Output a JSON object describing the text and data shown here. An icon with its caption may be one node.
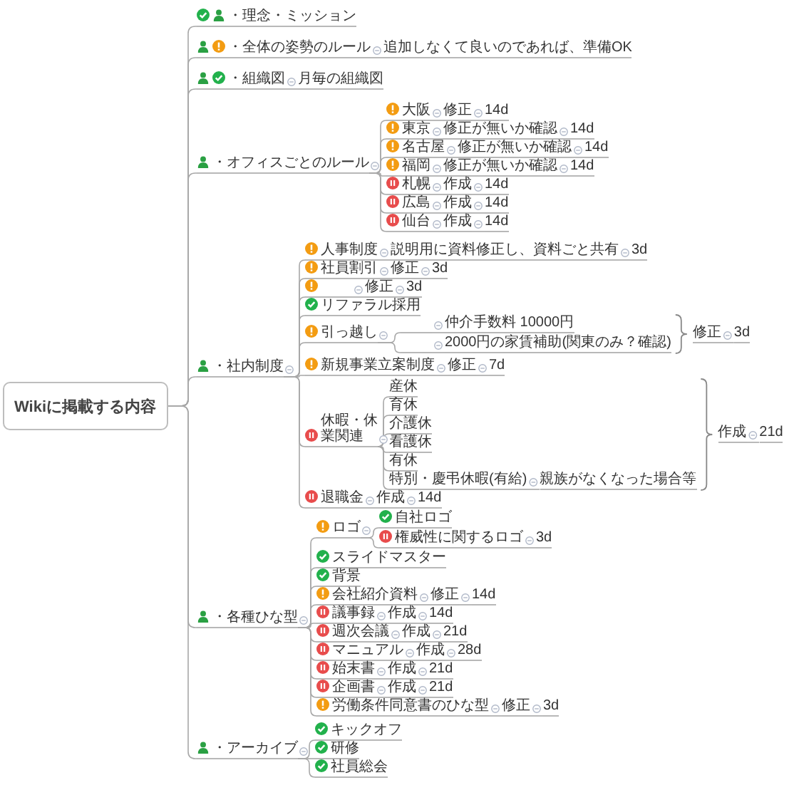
{
  "diagram": {
    "nodes": [
      {
        "text": [
          "Wikiに掲載する内容"
        ]
      },
      {
        "text": [
          "・理念・ミッション"
        ]
      },
      {
        "text": [
          "・全体の姿勢のルール"
        ]
      },
      {
        "text": [
          "追加しなくて良いのであれば、準備OK"
        ]
      },
      {
        "text": [
          "・組織図"
        ]
      },
      {
        "text": [
          "月毎の組織図"
        ]
      },
      {
        "text": [
          "・オフィスごとのルール"
        ]
      },
      {
        "text": [
          "大阪"
        ]
      },
      {
        "text": [
          "修正"
        ]
      },
      {
        "text": [
          "14d"
        ]
      },
      {
        "text": [
          "東京"
        ]
      },
      {
        "text": [
          "修正が無いか確認"
        ]
      },
      {
        "text": [
          "14d"
        ]
      },
      {
        "text": [
          "名古屋"
        ]
      },
      {
        "text": [
          "修正が無いか確認"
        ]
      },
      {
        "text": [
          "14d"
        ]
      },
      {
        "text": [
          "福岡"
        ]
      },
      {
        "text": [
          "修正が無いか確認"
        ]
      },
      {
        "text": [
          "14d"
        ]
      },
      {
        "text": [
          "札幌"
        ]
      },
      {
        "text": [
          "作成"
        ]
      },
      {
        "text": [
          "14d"
        ]
      },
      {
        "text": [
          "広島"
        ]
      },
      {
        "text": [
          "作成"
        ]
      },
      {
        "text": [
          "14d"
        ]
      },
      {
        "text": [
          "仙台"
        ]
      },
      {
        "text": [
          "作成"
        ]
      },
      {
        "text": [
          "14d"
        ]
      },
      {
        "text": [
          "・社内制度"
        ]
      },
      {
        "text": [
          "人事制度"
        ]
      },
      {
        "text": [
          "説明用に資料修正し、資料ごと共有"
        ]
      },
      {
        "text": [
          "3d"
        ]
      },
      {
        "text": [
          "社員割引"
        ]
      },
      {
        "text": [
          "修正"
        ]
      },
      {
        "text": [
          "3d"
        ]
      },
      {
        "text": [],
        "shape": "box"
      },
      {
        "text": [
          "修正"
        ]
      },
      {
        "text": [
          "3d"
        ]
      },
      {
        "text": [
          "リファラル採用"
        ]
      },
      {
        "text": [
          "引っ越し"
        ]
      },
      {
        "text": [],
        "shape": "box"
      },
      {
        "text": [
          "仲介手数料 10000円"
        ]
      },
      {
        "text": [],
        "shape": "box"
      },
      {
        "text": [
          "2000円の家賃補助(関東のみ？確認)"
        ]
      },
      {
        "text": [
          "修正"
        ]
      },
      {
        "text": [
          "3d"
        ]
      },
      {
        "text": [
          "新規事業立案制度"
        ]
      },
      {
        "text": [
          "修正"
        ]
      },
      {
        "text": [
          "7d"
        ]
      },
      {
        "text": [
          "休暇・休業関連"
        ]
      },
      {
        "text": [
          "産休"
        ]
      },
      {
        "text": [
          "育休"
        ]
      },
      {
        "text": [
          "介護休"
        ]
      },
      {
        "text": [
          "看護休"
        ]
      },
      {
        "text": [
          "有休"
        ]
      },
      {
        "text": [
          "特別・慶弔休暇(有給)"
        ]
      },
      {
        "text": [
          "親族がなくなった場合等"
        ]
      },
      {
        "text": [
          "作成"
        ]
      },
      {
        "text": [
          "21d"
        ]
      },
      {
        "text": [
          "退職金"
        ]
      },
      {
        "text": [
          "作成"
        ]
      },
      {
        "text": [
          "14d"
        ]
      },
      {
        "text": [
          "・各種ひな型"
        ]
      },
      {
        "text": [
          "ロゴ"
        ]
      },
      {
        "text": [
          "自社ロゴ"
        ]
      },
      {
        "text": [
          "権威性に関するロゴ"
        ]
      },
      {
        "text": [
          "3d"
        ]
      },
      {
        "text": [
          "スライドマスター"
        ]
      },
      {
        "text": [
          "背景"
        ]
      },
      {
        "text": [
          "会社紹介資料"
        ]
      },
      {
        "text": [
          "修正"
        ]
      },
      {
        "text": [
          "14d"
        ]
      },
      {
        "text": [
          "議事録"
        ]
      },
      {
        "text": [
          "作成"
        ]
      },
      {
        "text": [
          "14d"
        ]
      },
      {
        "text": [
          "週次会議"
        ]
      },
      {
        "text": [
          "作成"
        ]
      },
      {
        "text": [
          "21d"
        ]
      },
      {
        "text": [
          "マニュアル"
        ]
      },
      {
        "text": [
          "作成"
        ]
      },
      {
        "text": [
          "28d"
        ]
      },
      {
        "text": [
          "始末書"
        ]
      },
      {
        "text": [
          "作成"
        ]
      },
      {
        "text": [
          "21d"
        ]
      },
      {
        "text": [
          "企画書"
        ]
      },
      {
        "text": [
          "作成"
        ]
      },
      {
        "text": [
          "21d"
        ]
      },
      {
        "text": [
          "労働条件同意書のひな型"
        ]
      },
      {
        "text": [
          "修正"
        ]
      },
      {
        "text": [
          "3d"
        ]
      },
      {
        "text": [
          "・アーカイブ"
        ]
      },
      {
        "text": [
          "キックオフ"
        ]
      },
      {
        "text": [
          "研修"
        ]
      },
      {
        "text": [
          "社員総会"
        ]
      }
    ],
    "edges": [
      {
        "from": 0,
        "to": 1,
        "arrow": "none"
      },
      {
        "from": 0,
        "to": 2,
        "arrow": "none"
      },
      {
        "from": 0,
        "to": 4,
        "arrow": "none"
      },
      {
        "from": 0,
        "to": 6,
        "arrow": "none"
      },
      {
        "from": 0,
        "to": 28,
        "arrow": "none"
      },
      {
        "from": 0,
        "to": 62,
        "arrow": "none"
      },
      {
        "from": 0,
        "to": 90,
        "arrow": "none"
      },
      {
        "from": 2,
        "to": 3,
        "arrow": "none"
      },
      {
        "from": 4,
        "to": 5,
        "arrow": "none"
      },
      {
        "from": 6,
        "to": 7,
        "arrow": "none"
      },
      {
        "from": 6,
        "to": 10,
        "arrow": "none"
      },
      {
        "from": 6,
        "to": 13,
        "arrow": "none"
      },
      {
        "from": 6,
        "to": 16,
        "arrow": "none"
      },
      {
        "from": 6,
        "to": 19,
        "arrow": "none"
      },
      {
        "from": 6,
        "to": 22,
        "arrow": "none"
      },
      {
        "from": 6,
        "to": 25,
        "arrow": "none"
      },
      {
        "from": 7,
        "to": 8,
        "arrow": "none"
      },
      {
        "from": 8,
        "to": 9,
        "arrow": "none"
      },
      {
        "from": 10,
        "to": 11,
        "arrow": "none"
      },
      {
        "from": 11,
        "to": 12,
        "arrow": "none"
      },
      {
        "from": 13,
        "to": 14,
        "arrow": "none"
      },
      {
        "from": 14,
        "to": 15,
        "arrow": "none"
      },
      {
        "from": 16,
        "to": 17,
        "arrow": "none"
      },
      {
        "from": 17,
        "to": 18,
        "arrow": "none"
      },
      {
        "from": 19,
        "to": 20,
        "arrow": "none"
      },
      {
        "from": 20,
        "to": 21,
        "arrow": "none"
      },
      {
        "from": 22,
        "to": 23,
        "arrow": "none"
      },
      {
        "from": 23,
        "to": 24,
        "arrow": "none"
      },
      {
        "from": 25,
        "to": 26,
        "arrow": "none"
      },
      {
        "from": 26,
        "to": 27,
        "arrow": "none"
      },
      {
        "from": 28,
        "to": 29,
        "arrow": "none"
      },
      {
        "from": 28,
        "to": 32,
        "arrow": "none"
      },
      {
        "from": 28,
        "to": 35,
        "arrow": "none"
      },
      {
        "from": 28,
        "to": 38,
        "arrow": "none"
      },
      {
        "from": 28,
        "to": 39,
        "arrow": "none"
      },
      {
        "from": 28,
        "to": 46,
        "arrow": "none"
      },
      {
        "from": 28,
        "to": 49,
        "arrow": "none"
      },
      {
        "from": 28,
        "to": 59,
        "arrow": "none"
      },
      {
        "from": 29,
        "to": 30,
        "arrow": "none"
      },
      {
        "from": 30,
        "to": 31,
        "arrow": "none"
      },
      {
        "from": 32,
        "to": 33,
        "arrow": "none"
      },
      {
        "from": 33,
        "to": 34,
        "arrow": "none"
      },
      {
        "from": 35,
        "to": 36,
        "arrow": "none"
      },
      {
        "from": 36,
        "to": 37,
        "arrow": "none"
      },
      {
        "from": 39,
        "to": 40,
        "arrow": "none"
      },
      {
        "from": 39,
        "to": 42,
        "arrow": "none"
      },
      {
        "from": 40,
        "to": 41,
        "arrow": "none"
      },
      {
        "from": 42,
        "to": 43,
        "arrow": "none"
      },
      {
        "from": 44,
        "to": 45,
        "arrow": "none"
      },
      {
        "from": 46,
        "to": 47,
        "arrow": "none"
      },
      {
        "from": 47,
        "to": 48,
        "arrow": "none"
      },
      {
        "from": 49,
        "to": 50,
        "arrow": "none"
      },
      {
        "from": 49,
        "to": 51,
        "arrow": "none"
      },
      {
        "from": 49,
        "to": 52,
        "arrow": "none"
      },
      {
        "from": 49,
        "to": 53,
        "arrow": "none"
      },
      {
        "from": 49,
        "to": 54,
        "arrow": "none"
      },
      {
        "from": 49,
        "to": 55,
        "arrow": "none"
      },
      {
        "from": 55,
        "to": 56,
        "arrow": "none"
      },
      {
        "from": 57,
        "to": 58,
        "arrow": "none"
      },
      {
        "from": 59,
        "to": 60,
        "arrow": "none"
      },
      {
        "from": 60,
        "to": 61,
        "arrow": "none"
      },
      {
        "from": 62,
        "to": 63,
        "arrow": "none"
      },
      {
        "from": 62,
        "to": 67,
        "arrow": "none"
      },
      {
        "from": 62,
        "to": 68,
        "arrow": "none"
      },
      {
        "from": 62,
        "to": 69,
        "arrow": "none"
      },
      {
        "from": 62,
        "to": 72,
        "arrow": "none"
      },
      {
        "from": 62,
        "to": 75,
        "arrow": "none"
      },
      {
        "from": 62,
        "to": 78,
        "arrow": "none"
      },
      {
        "from": 62,
        "to": 81,
        "arrow": "none"
      },
      {
        "from": 62,
        "to": 84,
        "arrow": "none"
      },
      {
        "from": 62,
        "to": 87,
        "arrow": "none"
      },
      {
        "from": 63,
        "to": 64,
        "arrow": "none"
      },
      {
        "from": 63,
        "to": 65,
        "arrow": "none"
      },
      {
        "from": 65,
        "to": 66,
        "arrow": "none"
      },
      {
        "from": 69,
        "to": 70,
        "arrow": "none"
      },
      {
        "from": 70,
        "to": 71,
        "arrow": "none"
      },
      {
        "from": 72,
        "to": 73,
        "arrow": "none"
      },
      {
        "from": 73,
        "to": 74,
        "arrow": "none"
      },
      {
        "from": 75,
        "to": 76,
        "arrow": "none"
      },
      {
        "from": 76,
        "to": 77,
        "arrow": "none"
      },
      {
        "from": 78,
        "to": 79,
        "arrow": "none"
      },
      {
        "from": 79,
        "to": 80,
        "arrow": "none"
      },
      {
        "from": 81,
        "to": 82,
        "arrow": "none"
      },
      {
        "from": 82,
        "to": 83,
        "arrow": "none"
      },
      {
        "from": 84,
        "to": 85,
        "arrow": "none"
      },
      {
        "from": 85,
        "to": 86,
        "arrow": "none"
      },
      {
        "from": 87,
        "to": 88,
        "arrow": "none"
      },
      {
        "from": 88,
        "to": 89,
        "arrow": "none"
      },
      {
        "from": 90,
        "to": 91,
        "arrow": "none"
      },
      {
        "from": 90,
        "to": 92,
        "arrow": "none"
      },
      {
        "from": 90,
        "to": 93,
        "arrow": "none"
      }
    ]
  }
}
